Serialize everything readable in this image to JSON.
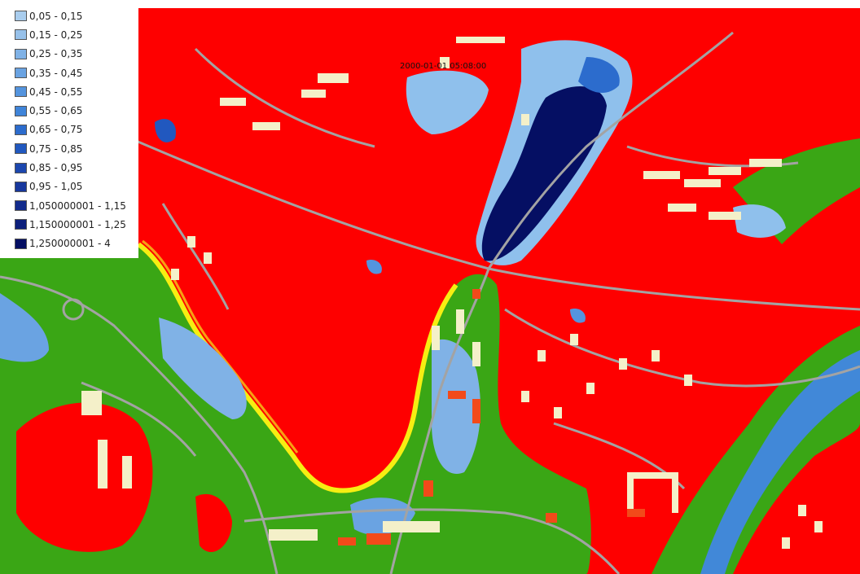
{
  "page": {
    "title": "g"
  },
  "map": {
    "timestamp": "2000-01-01 05:08:00"
  },
  "legend": {
    "items": [
      {
        "label": "0,05 - 0,15",
        "color": "#a9cdee"
      },
      {
        "label": "0,15 - 0,25",
        "color": "#97c1ea"
      },
      {
        "label": "0,25 - 0,35",
        "color": "#80b2e6"
      },
      {
        "label": "0,35 - 0,45",
        "color": "#6aa3e2"
      },
      {
        "label": "0,45 - 0,55",
        "color": "#5494de"
      },
      {
        "label": "0,55 - 0,65",
        "color": "#3f84d9"
      },
      {
        "label": "0,65 - 0,75",
        "color": "#2c6ccd"
      },
      {
        "label": "0,75 - 0,85",
        "color": "#2158bf"
      },
      {
        "label": "0,85 - 0,95",
        "color": "#1c47ae"
      },
      {
        "label": "0,95 - 1,05",
        "color": "#17389d"
      },
      {
        "label": "1,050000001 - 1,15",
        "color": "#122b8c"
      },
      {
        "label": "1,150000001 - 1,25",
        "color": "#0c1f7b"
      },
      {
        "label": "1,250000001 - 4",
        "color": "#050f63"
      }
    ]
  },
  "colors": {
    "red": "#fe0000",
    "green": "#3aa615",
    "yellow": "#f6ee12",
    "orange": "#f7a013",
    "building": "#f4f0c9",
    "road": "#a3a3a3",
    "water_blue": "#4188d8",
    "light_blue": "#8fc0ec"
  }
}
